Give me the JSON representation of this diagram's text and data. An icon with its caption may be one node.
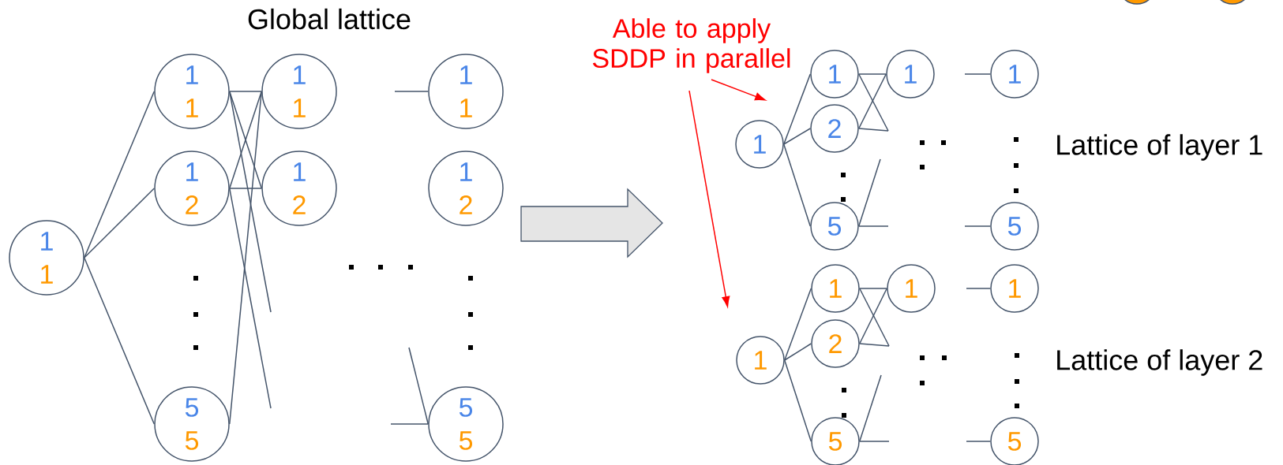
{
  "diagram": {
    "nodes": [
      {
        "text": [
          "1",
          "1"
        ]
      },
      {
        "text": [
          "1",
          "1"
        ]
      },
      {
        "text": [
          "1",
          "2"
        ]
      },
      {
        "text": [
          "5",
          "5"
        ]
      },
      {
        "text": [
          "1",
          "1"
        ]
      },
      {
        "text": [
          "1",
          "2"
        ]
      },
      {
        "text": [
          "1",
          "1"
        ]
      },
      {
        "text": [
          "1",
          "2"
        ]
      },
      {
        "text": [
          "5",
          "5"
        ]
      },
      {
        "text": [
          "Able to apply SDDP in parallel"
        ]
      },
      {
        "text": [
          "1"
        ]
      },
      {
        "text": [
          "1"
        ]
      },
      {
        "text": [
          "2"
        ]
      },
      {
        "text": [
          "5"
        ]
      },
      {
        "text": [
          "1"
        ]
      },
      {
        "text": [
          "1"
        ]
      },
      {
        "text": [
          "5"
        ]
      },
      {
        "text": [
          "1"
        ]
      },
      {
        "text": [
          "1"
        ]
      },
      {
        "text": [
          "2"
        ]
      },
      {
        "text": [
          "5"
        ]
      },
      {
        "text": [
          "1"
        ]
      },
      {
        "text": [
          "1"
        ]
      },
      {
        "text": [
          "5"
        ]
      }
    ],
    "edges": [
      {
        "from": 0,
        "to": 1,
        "arrow": "none"
      },
      {
        "from": 0,
        "to": 2,
        "arrow": "none"
      },
      {
        "from": 0,
        "to": 3,
        "arrow": "none"
      },
      {
        "from": 1,
        "to": 4,
        "arrow": "none"
      },
      {
        "from": 1,
        "to": 5,
        "arrow": "none"
      },
      {
        "from": 1,
        "to": null,
        "arrow": "none"
      },
      {
        "from": 2,
        "to": 4,
        "arrow": "none"
      },
      {
        "from": 2,
        "to": 5,
        "arrow": "none"
      },
      {
        "from": 2,
        "to": null,
        "arrow": "none"
      },
      {
        "from": 3,
        "to": 4,
        "arrow": "none"
      },
      {
        "from": null,
        "to": 6,
        "arrow": "none"
      },
      {
        "from": null,
        "to": 8,
        "arrow": "none"
      },
      {
        "from": null,
        "to": 8,
        "arrow": "none"
      },
      {
        "from": 9,
        "to": null,
        "arrow": "to",
        "color": "#ff0000"
      },
      {
        "from": 9,
        "to": null,
        "arrow": "to",
        "color": "#ff0000"
      },
      {
        "from": 10,
        "to": 11,
        "arrow": "none"
      },
      {
        "from": 10,
        "to": 12,
        "arrow": "none"
      },
      {
        "from": 10,
        "to": 13,
        "arrow": "none"
      },
      {
        "from": 11,
        "to": 14,
        "arrow": "none"
      },
      {
        "from": 11,
        "to": null,
        "arrow": "none"
      },
      {
        "from": 12,
        "to": 14,
        "arrow": "none"
      },
      {
        "from": 12,
        "to": null,
        "arrow": "none"
      },
      {
        "from": 13,
        "to": null,
        "arrow": "none"
      },
      {
        "from": 13,
        "to": null,
        "arrow": "none"
      },
      {
        "from": null,
        "to": 15,
        "arrow": "none"
      },
      {
        "from": null,
        "to": 16,
        "arrow": "none"
      },
      {
        "from": 17,
        "to": 18,
        "arrow": "none"
      },
      {
        "from": 17,
        "to": 19,
        "arrow": "none"
      },
      {
        "from": 17,
        "to": 20,
        "arrow": "none"
      },
      {
        "from": 18,
        "to": 21,
        "arrow": "none"
      },
      {
        "from": 18,
        "to": null,
        "arrow": "none"
      },
      {
        "from": 19,
        "to": 21,
        "arrow": "none"
      },
      {
        "from": 19,
        "to": null,
        "arrow": "none"
      },
      {
        "from": 20,
        "to": null,
        "arrow": "none"
      },
      {
        "from": 20,
        "to": null,
        "arrow": "none"
      },
      {
        "from": null,
        "to": 22,
        "arrow": "none"
      },
      {
        "from": null,
        "to": 23,
        "arrow": "none"
      }
    ],
    "labels": [
      "Global lattice",
      "Lattice of layer 1",
      "Lattice of layer 2"
    ]
  }
}
